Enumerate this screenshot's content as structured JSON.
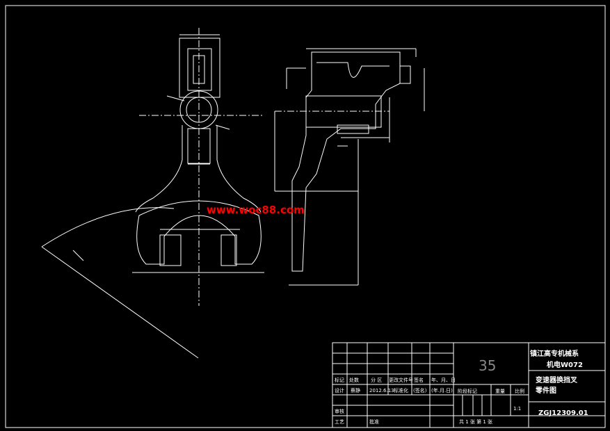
{
  "watermark": "www.woc88.com",
  "title_block": {
    "org_line1": "镇江高专机械系",
    "org_line2": "机电W072",
    "part_name_line1": "变速器换挡叉",
    "part_name_line2": "零件图",
    "drawing_number": "ZGJ12309.01",
    "material": "35",
    "scale": "1:1",
    "sheet": "共 1 张 第 1 张",
    "headers": {
      "mark": "标记",
      "count": "处数",
      "zone": "分 区",
      "change_doc": "更改文件号",
      "signature": "签名",
      "date_ymd": "年、月、日",
      "design": "设计",
      "designer": "蔡静",
      "design_date": "2012.6.13",
      "standardize": "标准化",
      "sign2": "(签名)",
      "date2": "(年.月.日)",
      "stage_mark": "阶段标记",
      "weight": "重量",
      "ratio": "比例",
      "review": "审核",
      "process": "工艺",
      "approve": "批准"
    }
  },
  "colors": {
    "background": "#000000",
    "lines": "#ffffff",
    "watermark": "#ff0000",
    "material_text": "#888888"
  }
}
